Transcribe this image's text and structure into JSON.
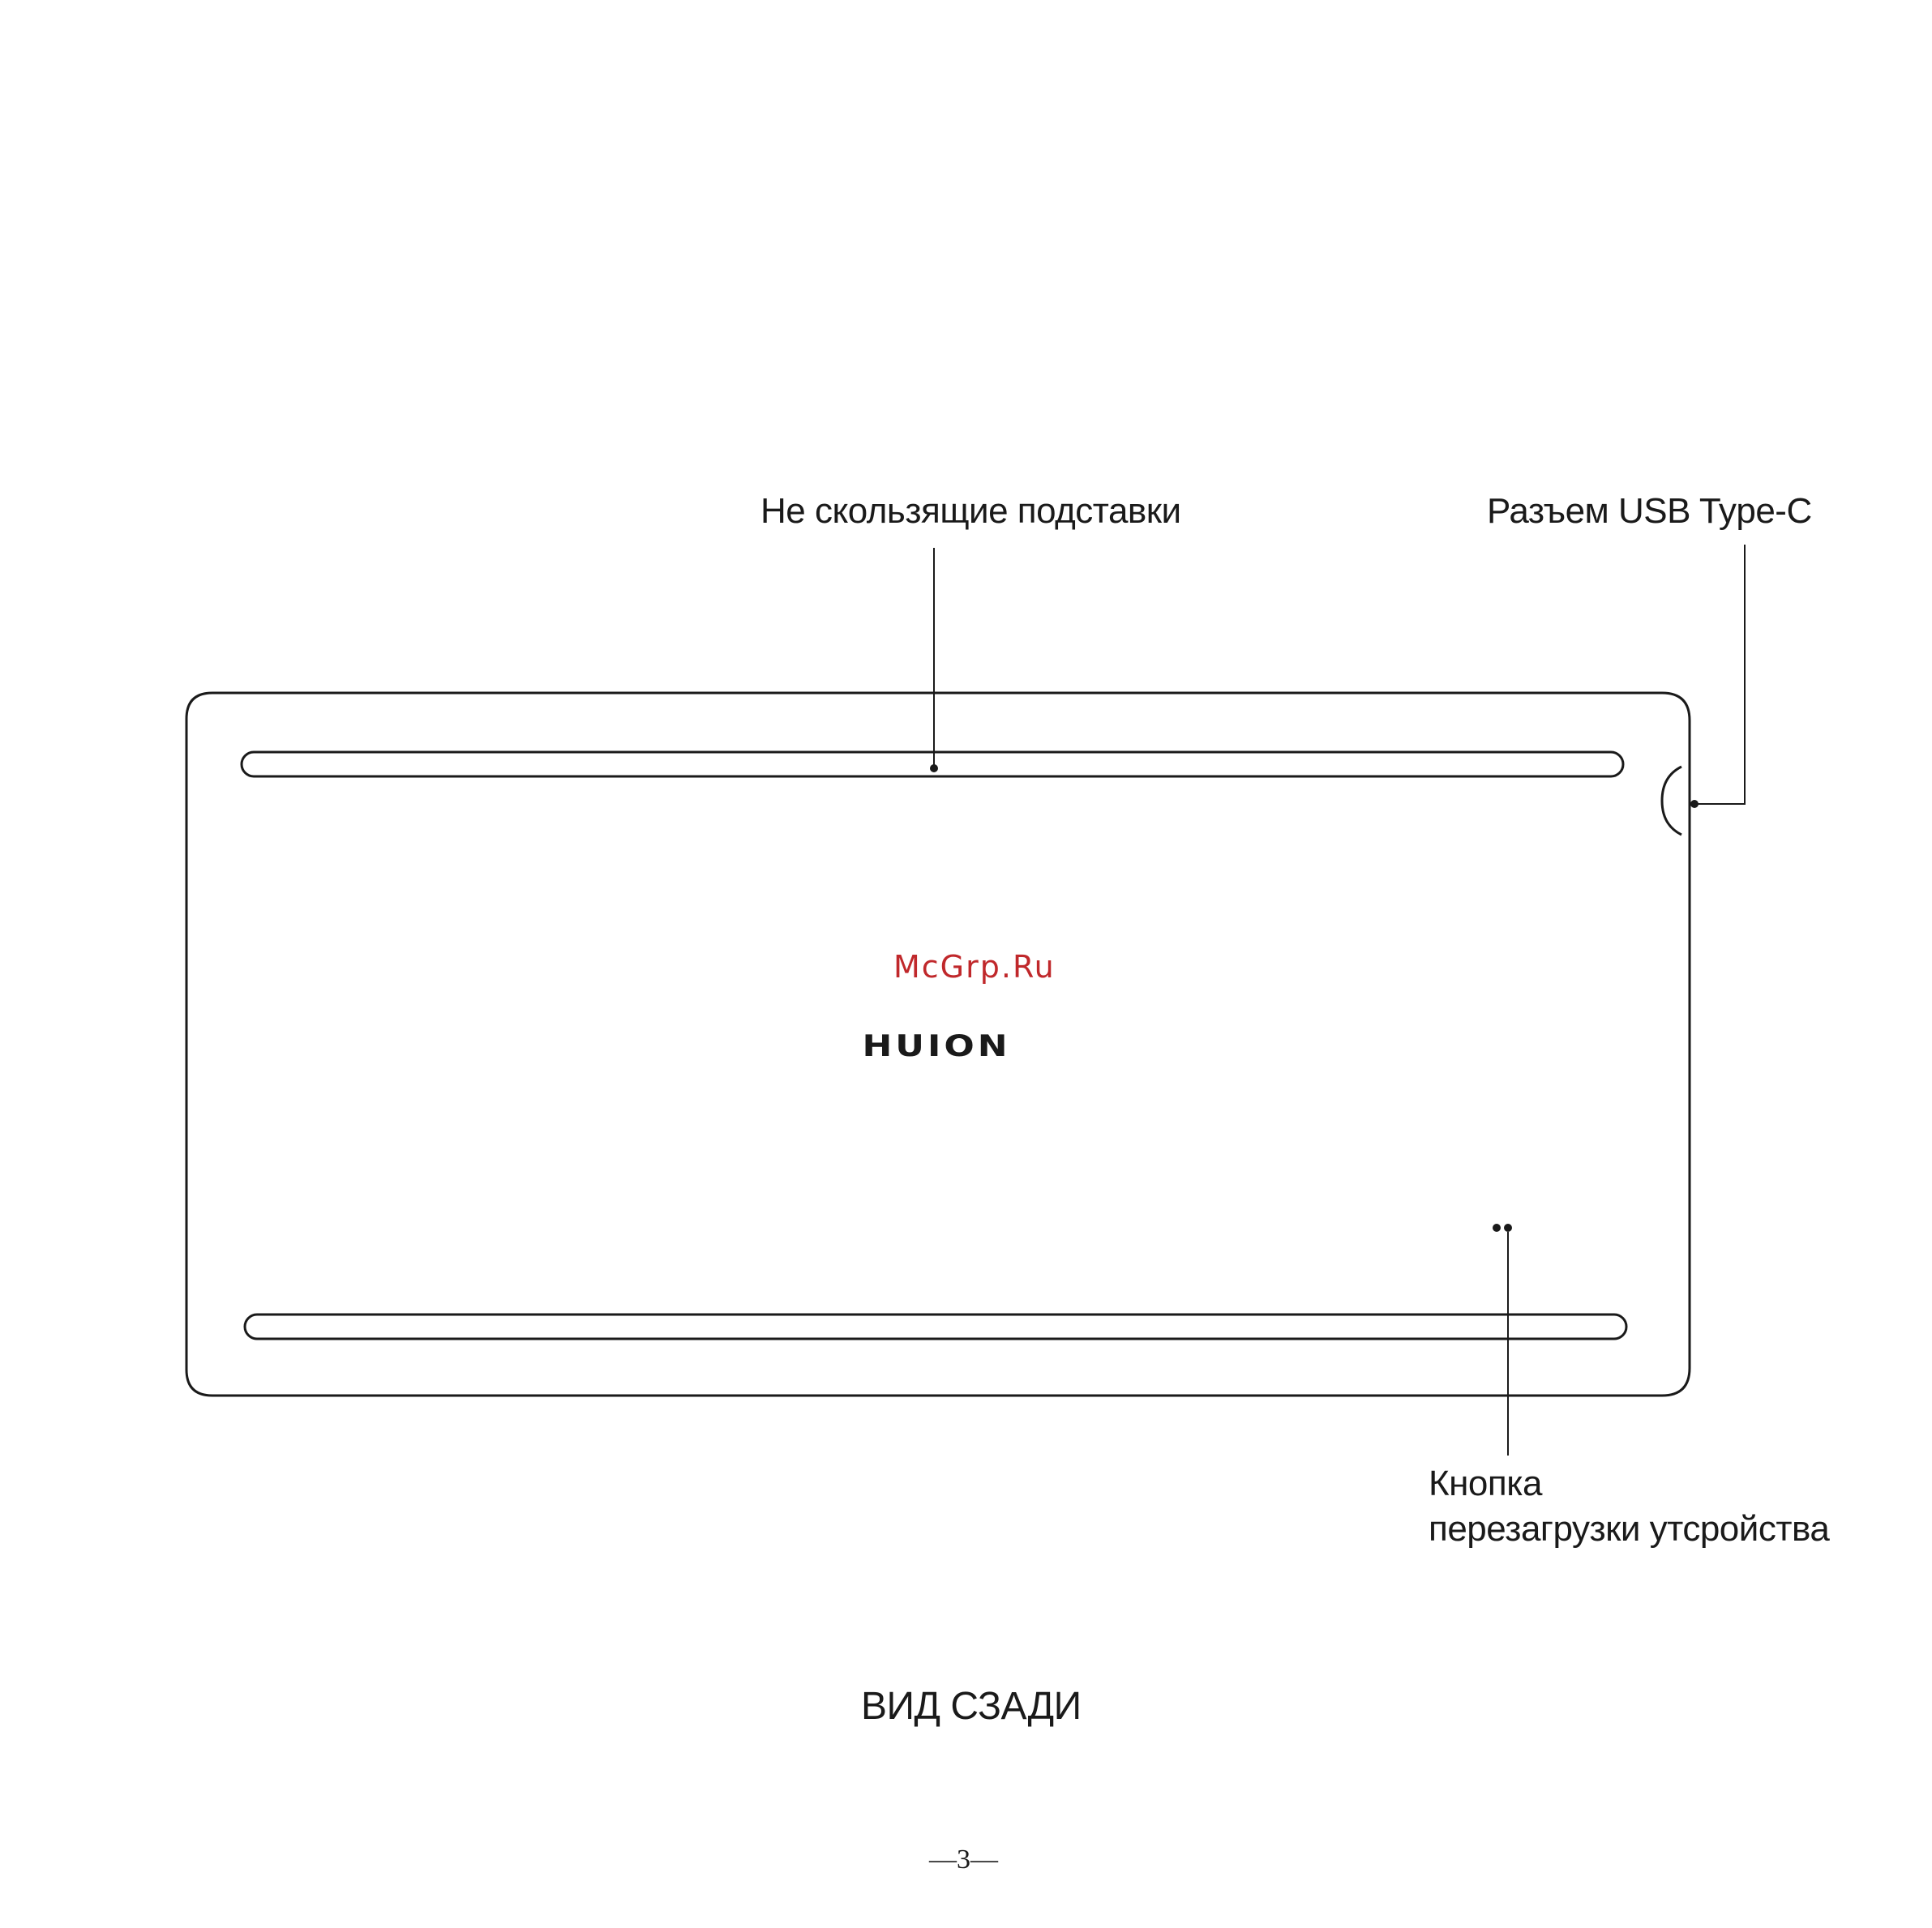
{
  "diagram": {
    "callouts": {
      "non_slip_feet": "Не скользящие подставки",
      "usb_port": "Разъем USB Type-C",
      "reset_button_line1": "Кнопка",
      "reset_button_line2": "перезагрузки утсройства"
    },
    "brand_logo": "HUION",
    "caption": "ВИД СЗАДИ",
    "watermark": "McGrp.Ru",
    "page_number": "—3—"
  },
  "colors": {
    "ink": "#1a1a1a",
    "watermark": "#c0282b",
    "background": "#ffffff"
  }
}
